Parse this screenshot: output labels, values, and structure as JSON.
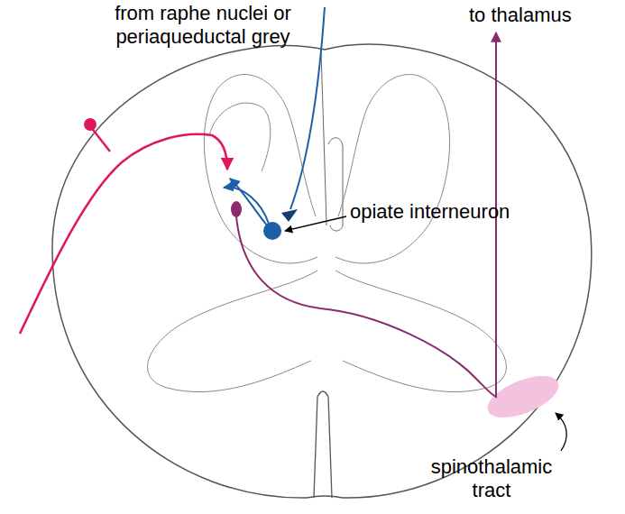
{
  "diagram": {
    "labels": [
      "from raphe nuclei or periaqueductal grey",
      "to thalamus",
      "opiate interneuron",
      "spinothalamic tract"
    ]
  }
}
